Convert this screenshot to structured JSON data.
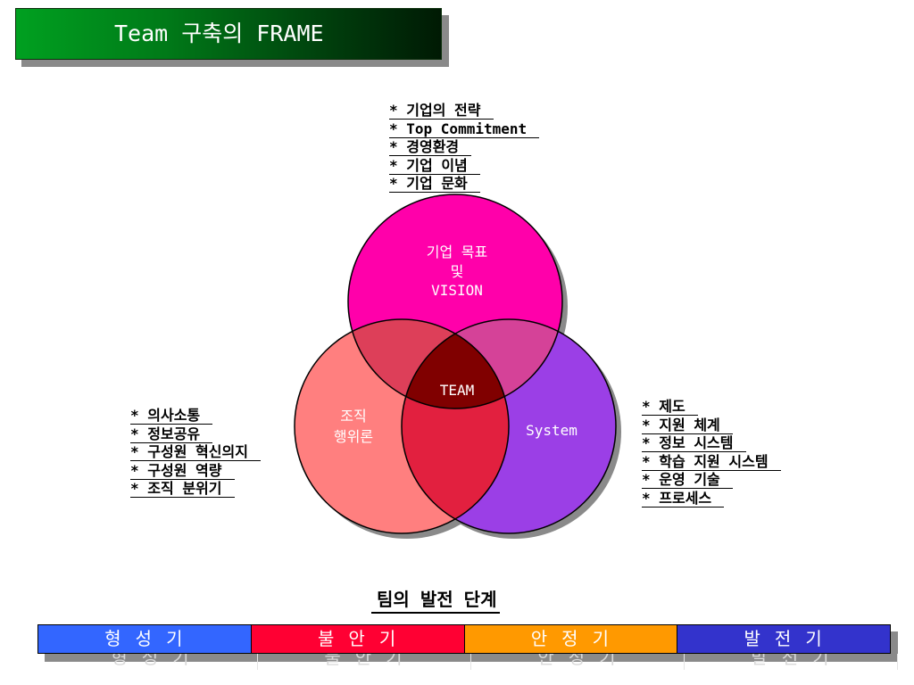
{
  "title": "Team 구축의 FRAME",
  "top_list": [
    "* 기업의 전략",
    "* Top Commitment",
    "* 경영환경",
    "* 기업 이념",
    "* 기업 문화"
  ],
  "left_list": [
    "* 의사소통",
    "* 정보공유",
    "* 구성원 혁신의지",
    "* 구성원 역량",
    "* 조직 분위기"
  ],
  "right_list": [
    "* 제도",
    "* 지원 체계",
    "* 정보 시스템",
    "* 학습 지원 시스템",
    "* 운영 기술",
    "* 프로세스"
  ],
  "venn": {
    "top_circle": [
      "기업 목표",
      "및",
      "VISION"
    ],
    "left_circle": [
      "조직",
      "행위론"
    ],
    "right_circle": [
      "System"
    ],
    "center": "TEAM",
    "colors": {
      "top": "#ff00aa",
      "left": "#ff7f7f",
      "right": "#9b3fe6",
      "top_left": "#dd3f59",
      "top_right": "#d54298",
      "left_right": "#e2203f",
      "center": "#800000"
    }
  },
  "stages_title": "팀의 발전 단계",
  "stages": [
    {
      "label": "형 성 기",
      "color": "#3366ff"
    },
    {
      "label": "불 안 기",
      "color": "#ff0033"
    },
    {
      "label": "안 정 기",
      "color": "#ff9900"
    },
    {
      "label": "발 전 기",
      "color": "#3333cc"
    }
  ]
}
